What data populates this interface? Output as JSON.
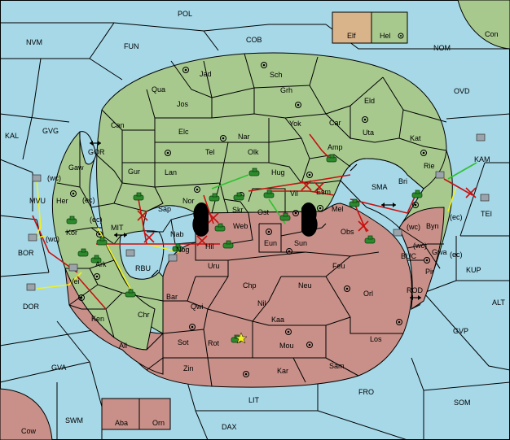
{
  "colors": {
    "sea": "#a6d8e8",
    "green": "#a7c98e",
    "red": "#c89088",
    "tan": "#d9b48a",
    "move_red": "#c81010",
    "move_yellow": "#f0f020",
    "move_green": "#30c030",
    "unit": "#2c8a2c"
  },
  "legend": {
    "elf": "Elf",
    "hel": "Hel"
  },
  "seas": {
    "pol": "POL",
    "nvm": "NVM",
    "fun": "FUN",
    "cob": "COB",
    "nom": "NOM",
    "con": "Con",
    "kal": "KAL",
    "gvg": "GVG",
    "gor": "GOR",
    "ovd": "OVD",
    "kam": "KAM",
    "tei": "TEI",
    "mvu": "MVU",
    "bor": "BOR",
    "mit": "MIT",
    "rbu": "RBU",
    "sma": "SMA",
    "buc": "BUC",
    "kup": "KUP",
    "rod": "ROD",
    "alt": "ALT",
    "dor": "DOR",
    "gvp": "GVP",
    "gva": "GVA",
    "fro": "FRO",
    "lit": "LIT",
    "som": "SOM",
    "swm": "SWM",
    "dax": "DAX",
    "cow": "Cow"
  },
  "provinces": {
    "jad": "Jad",
    "sch": "Sch",
    "qua": "Qua",
    "jos": "Jos",
    "grh": "Grh",
    "can": "Can",
    "eld": "Eld",
    "yok": "Yok",
    "car": "Car",
    "uta": "Uta",
    "elc": "Elc",
    "nar": "Nar",
    "kat": "Kat",
    "tel": "Tel",
    "olk": "Olk",
    "amp": "Amp",
    "gaw": "Gaw",
    "gur": "Gur",
    "lan": "Lan",
    "hug": "Hug",
    "rie": "Rie",
    "bri": "Bri",
    "her": "Her",
    "nor": "Nor",
    "skr": "Skr",
    "vil": "Vil",
    "esm": "Esm",
    "sap": "Sap",
    "ost": "Ost",
    "mel": "Mel",
    "web": "Web",
    "kor": "Kor",
    "byn": "Byn",
    "obs": "Obs",
    "nab": "Nab",
    "eun": "Eun",
    "sun": "Sun",
    "gwa": "Gwa",
    "nog": "Nog",
    "hil": "Hil",
    "ark": "Ark",
    "uru": "Uru",
    "feu": "Feu",
    "pir": "Pir",
    "vei": "Vei",
    "chp": "Chp",
    "neu": "Neu",
    "orl": "Orl",
    "bar": "Bar",
    "qwi": "Qwi",
    "nil": "Nil",
    "chr": "Chr",
    "ken": "Ken",
    "kaa": "Kaa",
    "los": "Los",
    "sot": "Sot",
    "rot": "Rot",
    "mou": "Mou",
    "ail": "Ail",
    "zin": "Zin",
    "kar": "Kar",
    "sam": "Sam",
    "aba": "Aba",
    "orn": "Orn"
  },
  "coast_tags": {
    "wc_mvu": "(wc)",
    "ec_her": "(ec)",
    "ec_kor": "(ec)",
    "wc_kor": "(wc)",
    "wc_byn": "(wc)",
    "ec_tei": "(ec)",
    "wc_gwa": "(wc)",
    "ec_gwa": "(ec)"
  }
}
